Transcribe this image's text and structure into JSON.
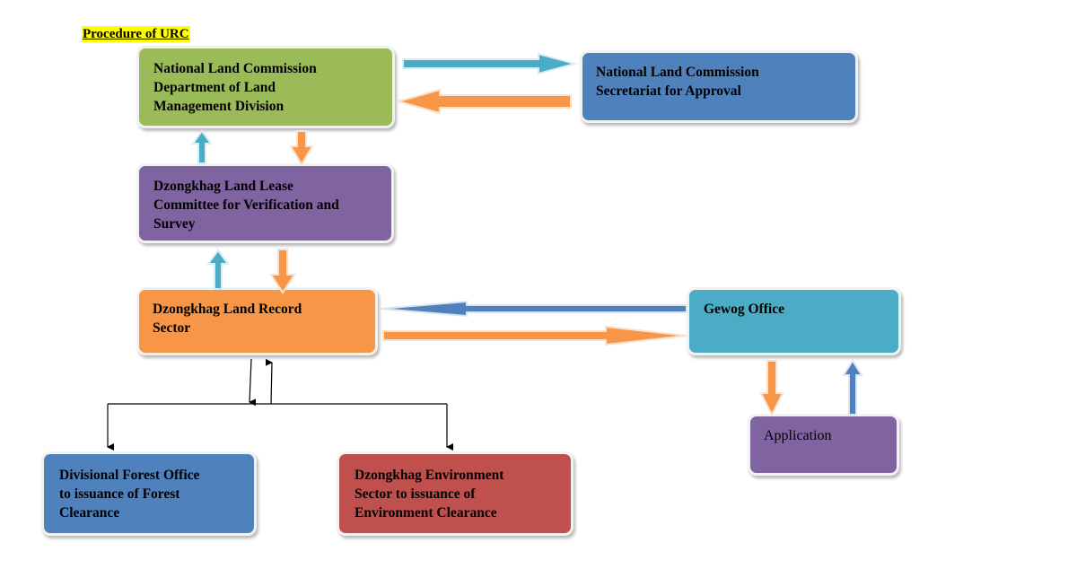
{
  "title": "Procedure of URC",
  "boxes": {
    "nlc": [
      "National Land Commission",
      "Department of Land",
      "Management Division"
    ],
    "secretariat": [
      "National Land Commission",
      "Secretariat for Approval"
    ],
    "dzongkhag_committee": [
      "Dzongkhag Land Lease",
      "Committee for Verification and",
      "Survey"
    ],
    "land_record": [
      "Dzongkhag Land Record",
      "Sector"
    ],
    "gewog": [
      "Gewog Office"
    ],
    "application": [
      "Application"
    ],
    "forest": [
      "Divisional Forest Office",
      "to issuance of Forest",
      "Clearance"
    ],
    "environment": [
      "Dzongkhag Environment",
      "Sector to issuance of",
      "Environment Clearance"
    ]
  },
  "colors": {
    "green": "#9bbb59",
    "blue": "#4f81bd",
    "purple": "#8064a2",
    "orange": "#f79646",
    "teal": "#4bacc6",
    "red": "#c0504d",
    "arrow_orange": "#f79646",
    "arrow_teal": "#4bacc6",
    "arrow_blue": "#4f81bd"
  }
}
